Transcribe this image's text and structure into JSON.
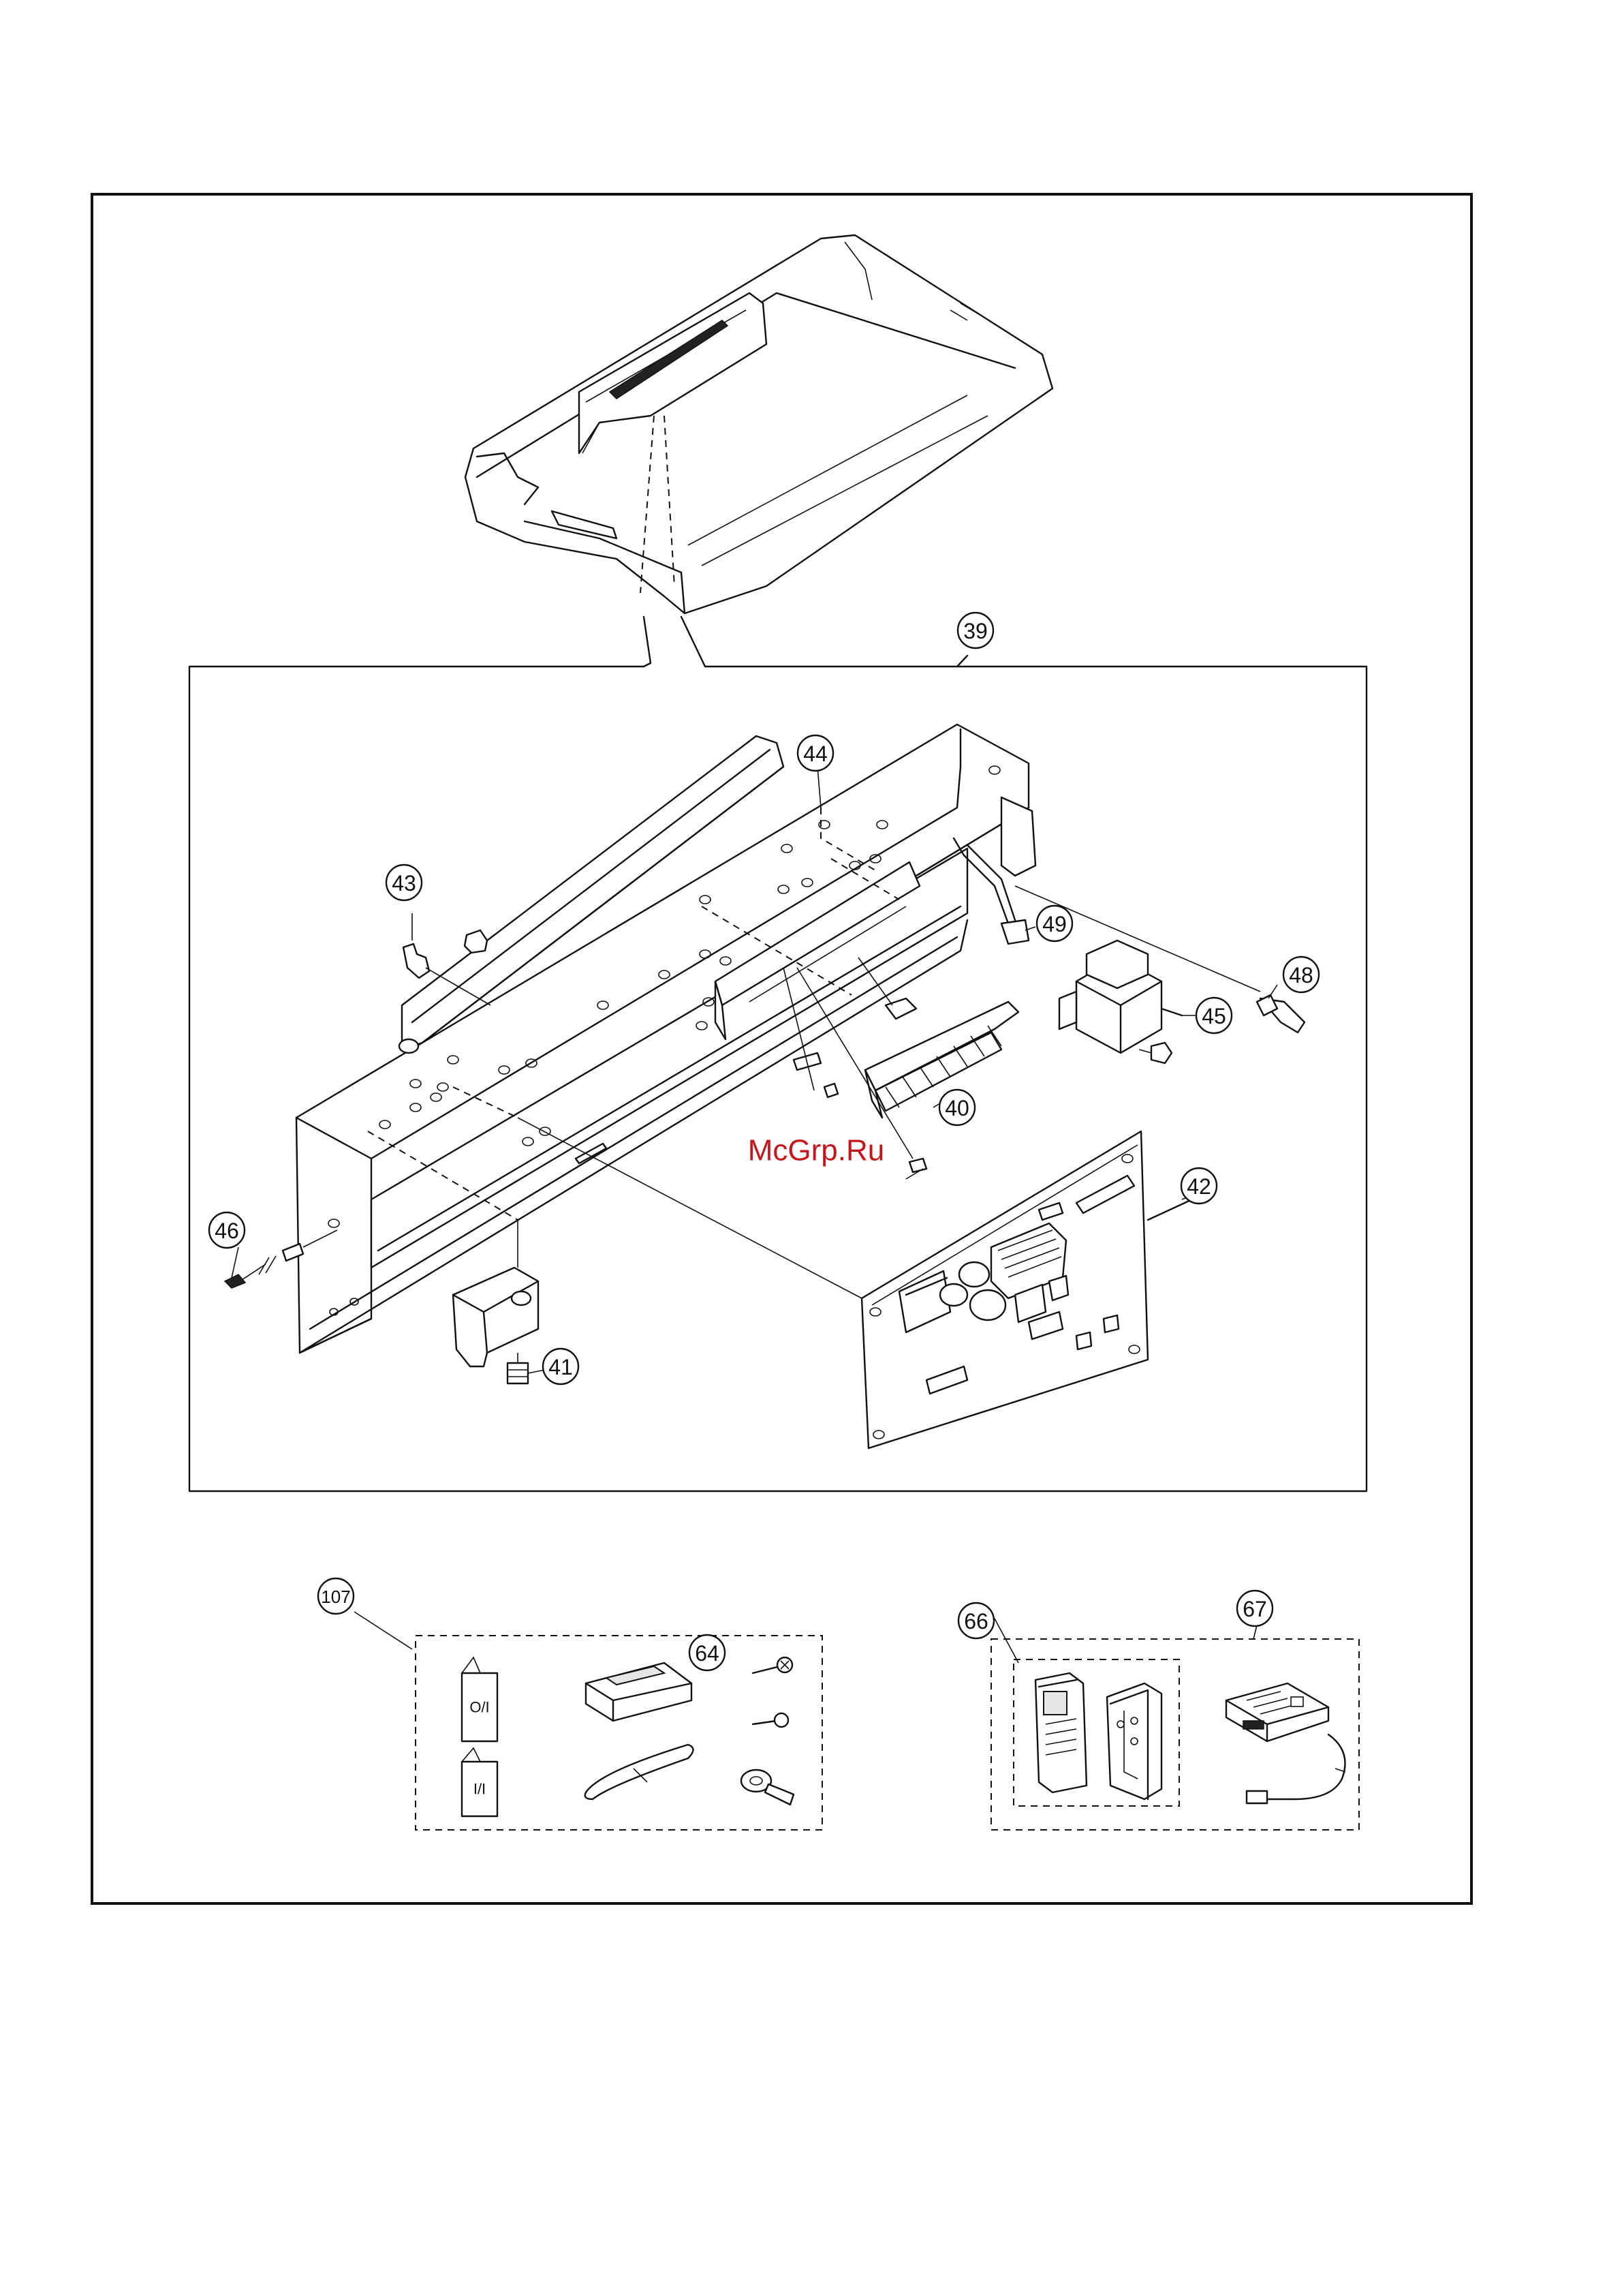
{
  "watermark": "McGrp.Ru",
  "callouts": {
    "c39": "39",
    "c40": "40",
    "c41": "41",
    "c42": "42",
    "c43": "43",
    "c44": "44",
    "c45": "45",
    "c46": "46",
    "c48": "48",
    "c49": "49",
    "c64": "64",
    "c66": "66",
    "c67": "67",
    "c107": "107"
  },
  "booklets": {
    "operating_instructions": "O/I",
    "installation_instructions": "I/I"
  }
}
